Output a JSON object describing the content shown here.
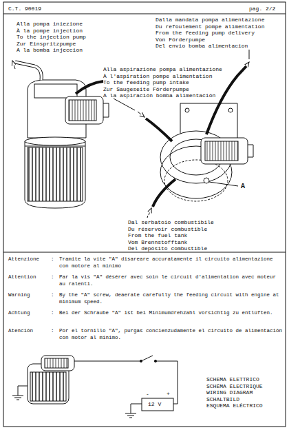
{
  "diagram": {
    "labels": [
      "C.T. 90019",
      "pag. 2/2",
      "Alla pompa iniezione",
      "À la pompe injection",
      "To the injection pump",
      "Zur Einspritzpumpe",
      "A la bomba injeccion",
      "Dalla mandata pompa alimentazione",
      "Du refoulement pompe alimentation",
      "From the feeding pump delivery",
      "Von Förderpumpe",
      "Del envio bomba alimentacion",
      "Alla aspirazione pompa alimentazione",
      "À l'aspiration pompe alimentation",
      "To the feeding pump intake",
      "Zur Saugeseite Förderpumpe",
      "A la aspiración bomba alimentación",
      "A",
      "Dal serbatoio combustibile",
      "Du réservoir combustible",
      "From the fuel tank",
      "Vom Brennstofftank",
      "Del depósito combustible",
      "Attenzione",
      ":",
      "Tramite la vite \"A\" disareare accuratamente il circuito alimentazione con motore al minimo",
      "Attention",
      ":",
      "Par la vis \"A\" désérer avec soin le circuit d'alimentation avec moteur au ralenti.",
      "Warning",
      ":",
      "By the \"A\" screw, deaerate carefully the feeding circuit with engine at minimum speed.",
      "Achtung",
      ":",
      "Bei der Schraube \"A\" ist bei Minimumdrehzahl vorsichtig zu entlüften.",
      "Atención",
      ":",
      "Por el tornillo \"A\", purgas concienzudamente el circuito de alimentación con motor al mínimo.",
      "SCHEMA ELETTRICO",
      "SCHÉMA ÉLECTRIQUE",
      "WIRING DIAGRAM",
      "SCHALTBILD",
      "ESQUEMA ELÉCTRICO",
      "12 V",
      "-",
      "+"
    ]
  }
}
